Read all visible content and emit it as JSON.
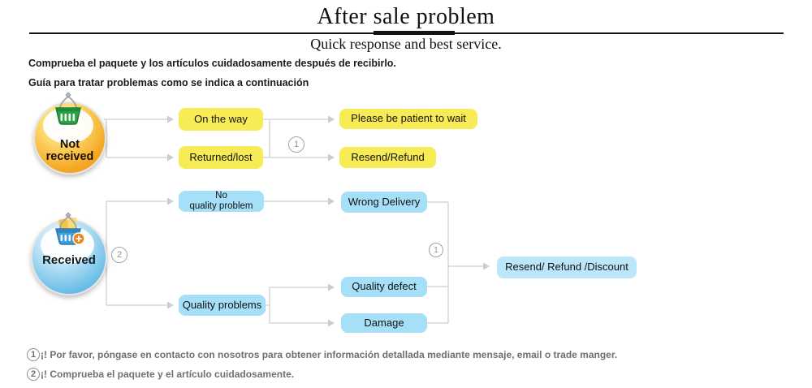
{
  "header": {
    "title": "After sale problem",
    "subtitle": "Quick response and best service.",
    "intro_line1": "Comprueba el paquete y los artículos cuidadosamente después de recibirlo.",
    "intro_line2": "Guía para tratar problemas como se indica a continuación"
  },
  "flow": {
    "not_received": {
      "label_line1": "Not",
      "label_line2": "received",
      "step_marker": "1",
      "nodes": {
        "on_the_way": "On the way",
        "returned_lost": "Returned/lost",
        "please_wait": "Please be patient to wait",
        "resend_refund": "Resend/Refund"
      }
    },
    "received": {
      "label": "Received",
      "step_marker_branch": "2",
      "step_marker_merge": "1",
      "nodes": {
        "no_quality_line1": "No",
        "no_quality_line2": "quality problem",
        "quality_problems": "Quality problems",
        "wrong_delivery": "Wrong Delivery",
        "quality_defect": "Quality defect",
        "damage": "Damage",
        "resolution": "Resend/ Refund /Discount"
      }
    }
  },
  "footnotes": [
    {
      "marker": "1",
      "text": "¡! Por favor, póngase en contacto con nosotros para obtener información detallada mediante mensaje, email o trade manger."
    },
    {
      "marker": "2",
      "text": "¡! Comprueba el paquete y el artículo cuidadosamente."
    }
  ],
  "colors": {
    "yellow_node": "#F7EC55",
    "blue_node": "#A6E0F8",
    "blue_node_light": "#BCE7FA",
    "connector": "#D5D5D5",
    "orange_circle": "#F5A623",
    "blue_circle": "#5FB6E4",
    "footnote_text": "#6F6F6F"
  }
}
